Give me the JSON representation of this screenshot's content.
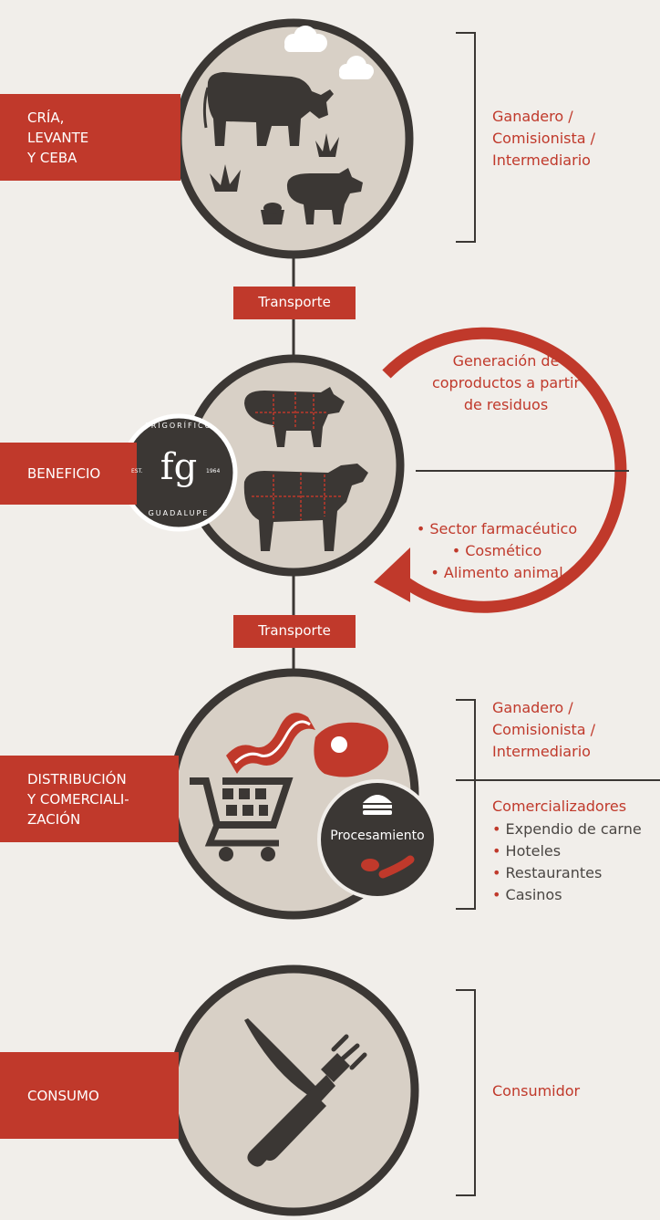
{
  "stages": [
    {
      "label_lines": [
        "CRÍA,",
        "LEVANTE",
        "Y CEBA"
      ]
    },
    {
      "label_lines": [
        "BENEFICIO"
      ]
    },
    {
      "label_lines": [
        "DISTRIBUCIÓN",
        "Y COMERCIALI-",
        "ZACIÓN"
      ]
    },
    {
      "label_lines": [
        "CONSUMO"
      ]
    }
  ],
  "transport": [
    "Transporte",
    "Transporte"
  ],
  "actors_top": [
    "Ganadero /",
    "Comisionista /",
    "Intermediario"
  ],
  "cycle": {
    "title_lines": [
      "Generación de",
      "coproductos a partir",
      "de residuos"
    ],
    "items": [
      "Sector farmacéutico",
      "Cosmético",
      "Alimento animal"
    ]
  },
  "logo": {
    "top": "FRIGORÍFICO",
    "mark": "fg",
    "left": "EST.",
    "right": "1964",
    "bottom": "GUADALUPE"
  },
  "distribution": {
    "actors": [
      "Ganadero /",
      "Comisionista /",
      "Intermediario"
    ],
    "heading": "Comercializadores",
    "items": [
      "Expendio de carne",
      "Hoteles",
      "Restaurantes",
      "Casinos"
    ],
    "processing_label": "Procesamiento"
  },
  "consumer": "Consumidor",
  "colors": {
    "accent": "#c0392b",
    "dark": "#3b3734",
    "circle_fill": "#d8d0c6",
    "background": "#f1eeea"
  }
}
